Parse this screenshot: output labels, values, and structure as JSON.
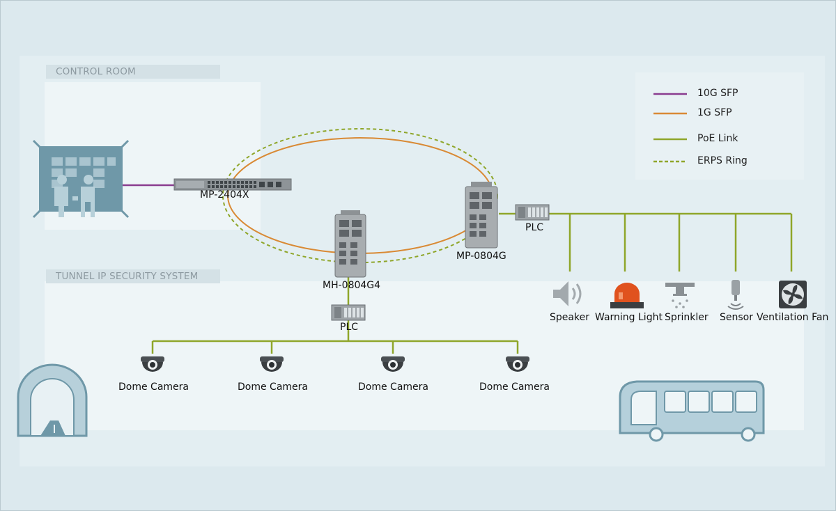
{
  "zones": {
    "control_room": "CONTROL ROOM",
    "tunnel_system": "TUNNEL IP SECURITY SYSTEM"
  },
  "devices": {
    "mp2404x": "MP-2404X",
    "mp0804g": "MP-0804G",
    "mh0804g4": "MH-0804G4",
    "plc_right": "PLC",
    "plc_bottom": "PLC"
  },
  "endpoints": [
    {
      "label": "Speaker",
      "icon": "speaker-icon"
    },
    {
      "label": "Warning Light",
      "icon": "warning-light-icon"
    },
    {
      "label": "Sprinkler",
      "icon": "sprinkler-icon"
    },
    {
      "label": "Sensor",
      "icon": "sensor-icon"
    },
    {
      "label": "Ventilation Fan",
      "icon": "ventilation-fan-icon"
    }
  ],
  "cameras": [
    {
      "label": "Dome Camera",
      "icon": "dome-camera-icon"
    },
    {
      "label": "Dome Camera",
      "icon": "dome-camera-icon"
    },
    {
      "label": "Dome Camera",
      "icon": "dome-camera-icon"
    },
    {
      "label": "Dome Camera",
      "icon": "dome-camera-icon"
    }
  ],
  "legend": [
    {
      "label": "10G SFP",
      "color": "#8a3c8f",
      "style": "solid"
    },
    {
      "label": "1G SFP",
      "color": "#d98a35",
      "style": "solid"
    },
    {
      "label": "PoE Link",
      "color": "#8fa62a",
      "style": "solid"
    },
    {
      "label": "ERPS Ring",
      "color": "#8fa62a",
      "style": "dashed"
    }
  ],
  "colors": {
    "background": "#dce9ee",
    "panel": "#eef5f7",
    "icon_blue": "#6f98a8",
    "poe": "#8fa62a",
    "sfp_1g": "#d98a35",
    "sfp_10g": "#8a3c8f"
  }
}
